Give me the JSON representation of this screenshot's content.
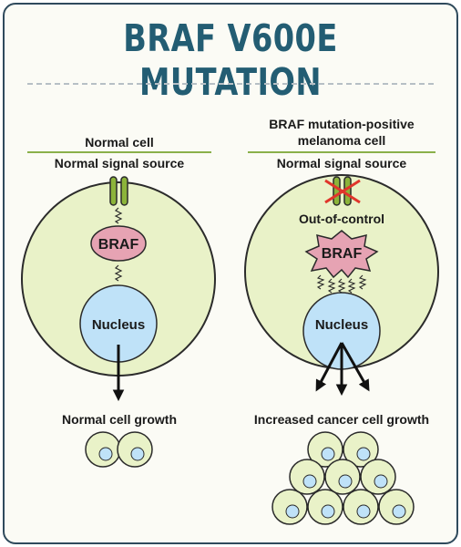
{
  "title": "BRAF V600E MUTATION",
  "left_panel": {
    "heading": "Normal cell",
    "signal_label": "Normal signal source",
    "protein_label": "BRAF",
    "nucleus_label": "Nucleus",
    "outcome_label": "Normal cell growth"
  },
  "right_panel": {
    "heading_line1": "BRAF mutation-positive",
    "heading_line2": "melanoma cell",
    "signal_label": "Normal signal source",
    "control_label": "Out-of-control",
    "protein_label": "BRAF",
    "nucleus_label": "Nucleus",
    "outcome_label": "Increased cancer cell growth"
  },
  "colors": {
    "title": "#235d73",
    "cell_fill": "#e9f2c8",
    "cell_stroke": "#2b2b2b",
    "receptor": "#8cb43a",
    "braf_fill": "#e6a3b3",
    "nucleus_fill": "#bfe2f8",
    "cross": "#e0352b"
  }
}
